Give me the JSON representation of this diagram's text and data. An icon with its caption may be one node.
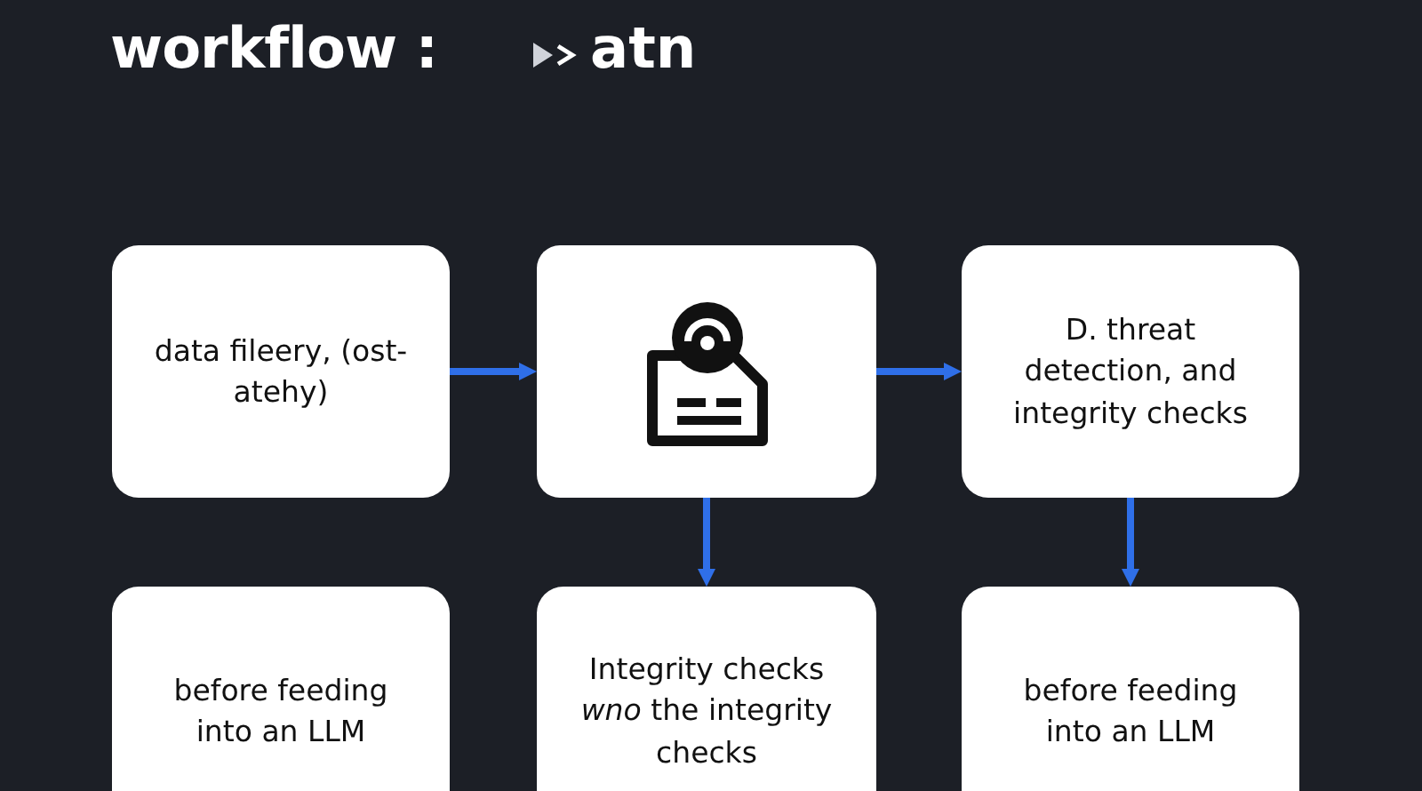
{
  "diagram": {
    "title": "workflow :",
    "nodes": [
      {
        "text": [
          "data fileery, (ost-atehy)"
        ]
      },
      {
        "text": [],
        "shape": "box"
      },
      {
        "text": [
          "D. threat detection, and integrity checks"
        ]
      },
      {
        "text": [
          "before feeding into an LLM"
        ]
      },
      {
        "text": [
          "Integrity checks *wno* the integrity checks"
        ]
      },
      {
        "text": [
          "before feeding into an LLM"
        ]
      }
    ],
    "edges": [
      {
        "from": 0,
        "to": 1,
        "arrow": "to"
      },
      {
        "from": 1,
        "to": 2,
        "arrow": "to"
      },
      {
        "from": 1,
        "to": 4,
        "arrow": "to"
      },
      {
        "from": 2,
        "to": 5,
        "arrow": "to"
      }
    ],
    "labels": [
      "atn"
    ]
  }
}
